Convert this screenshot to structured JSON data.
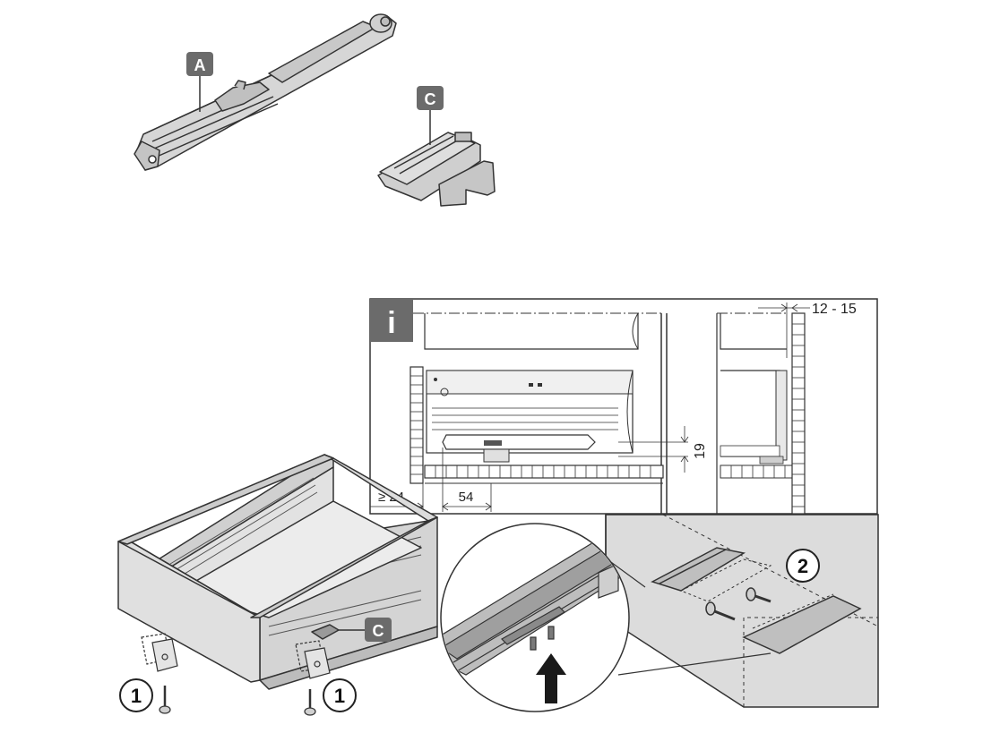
{
  "labels": {
    "part_a": "A",
    "part_c": "C",
    "part_c_drawer": "C",
    "info": "i"
  },
  "steps": {
    "step1_left": "1",
    "step1_right": "1",
    "step2": "2"
  },
  "dimensions": {
    "top_right": "12 - 15",
    "height": "19",
    "min_gap": "≥ 24",
    "offset": "54"
  },
  "colors": {
    "label_bg": "#6b6b6b",
    "line": "#333333",
    "part_fill": "#d6d6d6",
    "panel_fill": "#e6e6e6",
    "cabinet_fill": "#d9d9d9"
  }
}
